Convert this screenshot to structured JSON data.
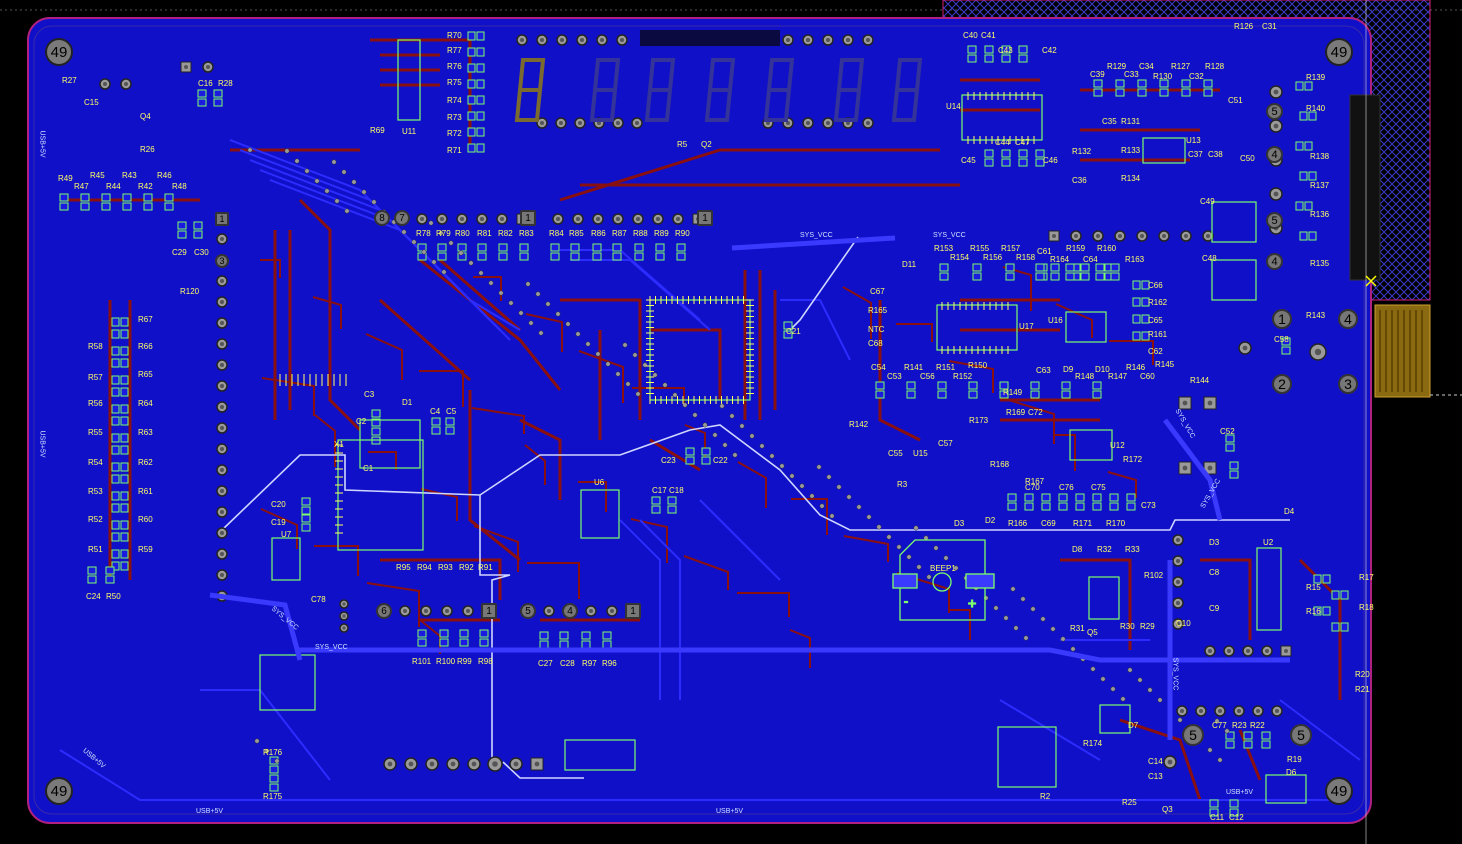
{
  "colors": {
    "board_fill": "#1010c8",
    "board_edge": "#7a1a8a",
    "trace_red": "#8a1010",
    "silkscreen": "#ffff66",
    "pad_outline": "#7cff6a",
    "pad_gray": "#9a9a9a",
    "net_label": "#cfe0ff",
    "background": "#000000"
  },
  "mounting_holes": [
    "49",
    "49",
    "49",
    "49"
  ],
  "pin_numbers": {
    "header_left": [
      "8",
      "7",
      "1"
    ],
    "header_right": [
      "1"
    ],
    "bottom_left": [
      "6",
      "1"
    ],
    "bottom_mid": [
      "5",
      "4",
      "1"
    ],
    "connector_right": [
      "5",
      "4",
      "5",
      "4"
    ],
    "connector_4pin": [
      "1",
      "4",
      "2",
      "3"
    ],
    "bottom_right": [
      "5",
      "5"
    ],
    "left_header": [
      "1",
      "3"
    ]
  },
  "net_labels": {
    "sys_vcc_1": "SYS_VCC",
    "sys_vcc_2": "SYS_VCC",
    "sys_vcc_3": "SYS_VCC",
    "sys_vcc_4": "SYS_VCC",
    "sys_vcc_5": "SYS_VCC",
    "sys_vcc_6": "SYS_VCC",
    "sys_vcc_7": "SYS_VCC",
    "usb5v_1": "USB+5V",
    "usb5v_2": "USB+5V",
    "usb5v_3": "USB+5V",
    "usb5v_4": "USB+5V",
    "usb5v_5": "USB+5V",
    "usb5v_6": "USB+5V"
  },
  "designators": [
    {
      "t": "R27"
    },
    {
      "t": "C15"
    },
    {
      "t": "Q4"
    },
    {
      "t": "R26"
    },
    {
      "t": "C16"
    },
    {
      "t": "R28"
    },
    {
      "t": "R49"
    },
    {
      "t": "R45"
    },
    {
      "t": "R43"
    },
    {
      "t": "R46"
    },
    {
      "t": "R47"
    },
    {
      "t": "R44"
    },
    {
      "t": "R42"
    },
    {
      "t": "R48"
    },
    {
      "t": "C29"
    },
    {
      "t": "C30"
    },
    {
      "t": "R120"
    },
    {
      "t": "R67"
    },
    {
      "t": "R58"
    },
    {
      "t": "R66"
    },
    {
      "t": "R57"
    },
    {
      "t": "R65"
    },
    {
      "t": "R56"
    },
    {
      "t": "R64"
    },
    {
      "t": "R55"
    },
    {
      "t": "R63"
    },
    {
      "t": "R54"
    },
    {
      "t": "R62"
    },
    {
      "t": "R53"
    },
    {
      "t": "R61"
    },
    {
      "t": "R52"
    },
    {
      "t": "R60"
    },
    {
      "t": "R51"
    },
    {
      "t": "R59"
    },
    {
      "t": "C24"
    },
    {
      "t": "R50"
    },
    {
      "t": "R70"
    },
    {
      "t": "R77"
    },
    {
      "t": "R76"
    },
    {
      "t": "R75"
    },
    {
      "t": "R74"
    },
    {
      "t": "R73"
    },
    {
      "t": "R72"
    },
    {
      "t": "R71"
    },
    {
      "t": "R69"
    },
    {
      "t": "U11"
    },
    {
      "t": "R78"
    },
    {
      "t": "R79"
    },
    {
      "t": "R80"
    },
    {
      "t": "R81"
    },
    {
      "t": "R82"
    },
    {
      "t": "R83"
    },
    {
      "t": "R84"
    },
    {
      "t": "R85"
    },
    {
      "t": "R86"
    },
    {
      "t": "R87"
    },
    {
      "t": "R88"
    },
    {
      "t": "R89"
    },
    {
      "t": "R90"
    },
    {
      "t": "R5"
    },
    {
      "t": "Q2"
    },
    {
      "t": "C3"
    },
    {
      "t": "D1"
    },
    {
      "t": "C2"
    },
    {
      "t": "C4"
    },
    {
      "t": "C5"
    },
    {
      "t": "X1"
    },
    {
      "t": "C1"
    },
    {
      "t": "C20"
    },
    {
      "t": "C19"
    },
    {
      "t": "U7"
    },
    {
      "t": "C78"
    },
    {
      "t": "R95"
    },
    {
      "t": "R94"
    },
    {
      "t": "R93"
    },
    {
      "t": "R92"
    },
    {
      "t": "R91"
    },
    {
      "t": "R101"
    },
    {
      "t": "R100"
    },
    {
      "t": "R99"
    },
    {
      "t": "R98"
    },
    {
      "t": "U6"
    },
    {
      "t": "C17"
    },
    {
      "t": "C18"
    },
    {
      "t": "C23"
    },
    {
      "t": "C22"
    },
    {
      "t": "C21"
    },
    {
      "t": "C27"
    },
    {
      "t": "C28"
    },
    {
      "t": "R97"
    },
    {
      "t": "R96"
    },
    {
      "t": "R176"
    },
    {
      "t": "R175"
    },
    {
      "t": "C40"
    },
    {
      "t": "C41"
    },
    {
      "t": "C43"
    },
    {
      "t": "C42"
    },
    {
      "t": "U14"
    },
    {
      "t": "C44"
    },
    {
      "t": "C47"
    },
    {
      "t": "C45"
    },
    {
      "t": "C46"
    },
    {
      "t": "R129"
    },
    {
      "t": "C34"
    },
    {
      "t": "R127"
    },
    {
      "t": "R128"
    },
    {
      "t": "C39"
    },
    {
      "t": "C33"
    },
    {
      "t": "R130"
    },
    {
      "t": "C32"
    },
    {
      "t": "C35"
    },
    {
      "t": "R131"
    },
    {
      "t": "R132"
    },
    {
      "t": "R133"
    },
    {
      "t": "U13"
    },
    {
      "t": "C36"
    },
    {
      "t": "R134"
    },
    {
      "t": "C37"
    },
    {
      "t": "C38"
    },
    {
      "t": "R126"
    },
    {
      "t": "C31"
    },
    {
      "t": "C51"
    },
    {
      "t": "C50"
    },
    {
      "t": "C49"
    },
    {
      "t": "C48"
    },
    {
      "t": "R139"
    },
    {
      "t": "R140"
    },
    {
      "t": "R138"
    },
    {
      "t": "R137"
    },
    {
      "t": "R136"
    },
    {
      "t": "R135"
    },
    {
      "t": "R153"
    },
    {
      "t": "R155"
    },
    {
      "t": "R157"
    },
    {
      "t": "C61"
    },
    {
      "t": "R159"
    },
    {
      "t": "R160"
    },
    {
      "t": "R154"
    },
    {
      "t": "R156"
    },
    {
      "t": "R158"
    },
    {
      "t": "R164"
    },
    {
      "t": "C64"
    },
    {
      "t": "R163"
    },
    {
      "t": "D11"
    },
    {
      "t": "C67"
    },
    {
      "t": "R165"
    },
    {
      "t": "NTC"
    },
    {
      "t": "C68"
    },
    {
      "t": "U17"
    },
    {
      "t": "U16"
    },
    {
      "t": "C66"
    },
    {
      "t": "R162"
    },
    {
      "t": "C65"
    },
    {
      "t": "R161"
    },
    {
      "t": "C62"
    },
    {
      "t": "C63"
    },
    {
      "t": "C54"
    },
    {
      "t": "R141"
    },
    {
      "t": "R151"
    },
    {
      "t": "R150"
    },
    {
      "t": "D9"
    },
    {
      "t": "D10"
    },
    {
      "t": "R146"
    },
    {
      "t": "R145"
    },
    {
      "t": "C53"
    },
    {
      "t": "C56"
    },
    {
      "t": "R152"
    },
    {
      "t": "R147"
    },
    {
      "t": "C60"
    },
    {
      "t": "R149"
    },
    {
      "t": "R148"
    },
    {
      "t": "R144"
    },
    {
      "t": "R142"
    },
    {
      "t": "C57"
    },
    {
      "t": "R173"
    },
    {
      "t": "R169"
    },
    {
      "t": "C72"
    },
    {
      "t": "C55"
    },
    {
      "t": "U15"
    },
    {
      "t": "U12"
    },
    {
      "t": "R168"
    },
    {
      "t": "R172"
    },
    {
      "t": "R167"
    },
    {
      "t": "C70"
    },
    {
      "t": "C76"
    },
    {
      "t": "C75"
    },
    {
      "t": "C73"
    },
    {
      "t": "R166"
    },
    {
      "t": "C69"
    },
    {
      "t": "R171"
    },
    {
      "t": "R170"
    },
    {
      "t": "R3"
    },
    {
      "t": "D3"
    },
    {
      "t": "D2"
    },
    {
      "t": "C58"
    },
    {
      "t": "R143"
    },
    {
      "t": "C52"
    },
    {
      "t": "D4"
    },
    {
      "t": "D8"
    },
    {
      "t": "R32"
    },
    {
      "t": "R33"
    },
    {
      "t": "D3"
    },
    {
      "t": "U2"
    },
    {
      "t": "C8"
    },
    {
      "t": "R102"
    },
    {
      "t": "R15"
    },
    {
      "t": "R17"
    },
    {
      "t": "R16"
    },
    {
      "t": "R18"
    },
    {
      "t": "C9"
    },
    {
      "t": "C10"
    },
    {
      "t": "R31"
    },
    {
      "t": "Q5"
    },
    {
      "t": "R30"
    },
    {
      "t": "R29"
    },
    {
      "t": "R20"
    },
    {
      "t": "R21"
    },
    {
      "t": "C77"
    },
    {
      "t": "R23"
    },
    {
      "t": "R22"
    },
    {
      "t": "R174"
    },
    {
      "t": "D7"
    },
    {
      "t": "C14"
    },
    {
      "t": "C13"
    },
    {
      "t": "R19"
    },
    {
      "t": "D6"
    },
    {
      "t": "R25"
    },
    {
      "t": "Q3"
    },
    {
      "t": "C11"
    },
    {
      "t": "C12"
    },
    {
      "t": "R2"
    },
    {
      "t": "BEEP1"
    }
  ]
}
